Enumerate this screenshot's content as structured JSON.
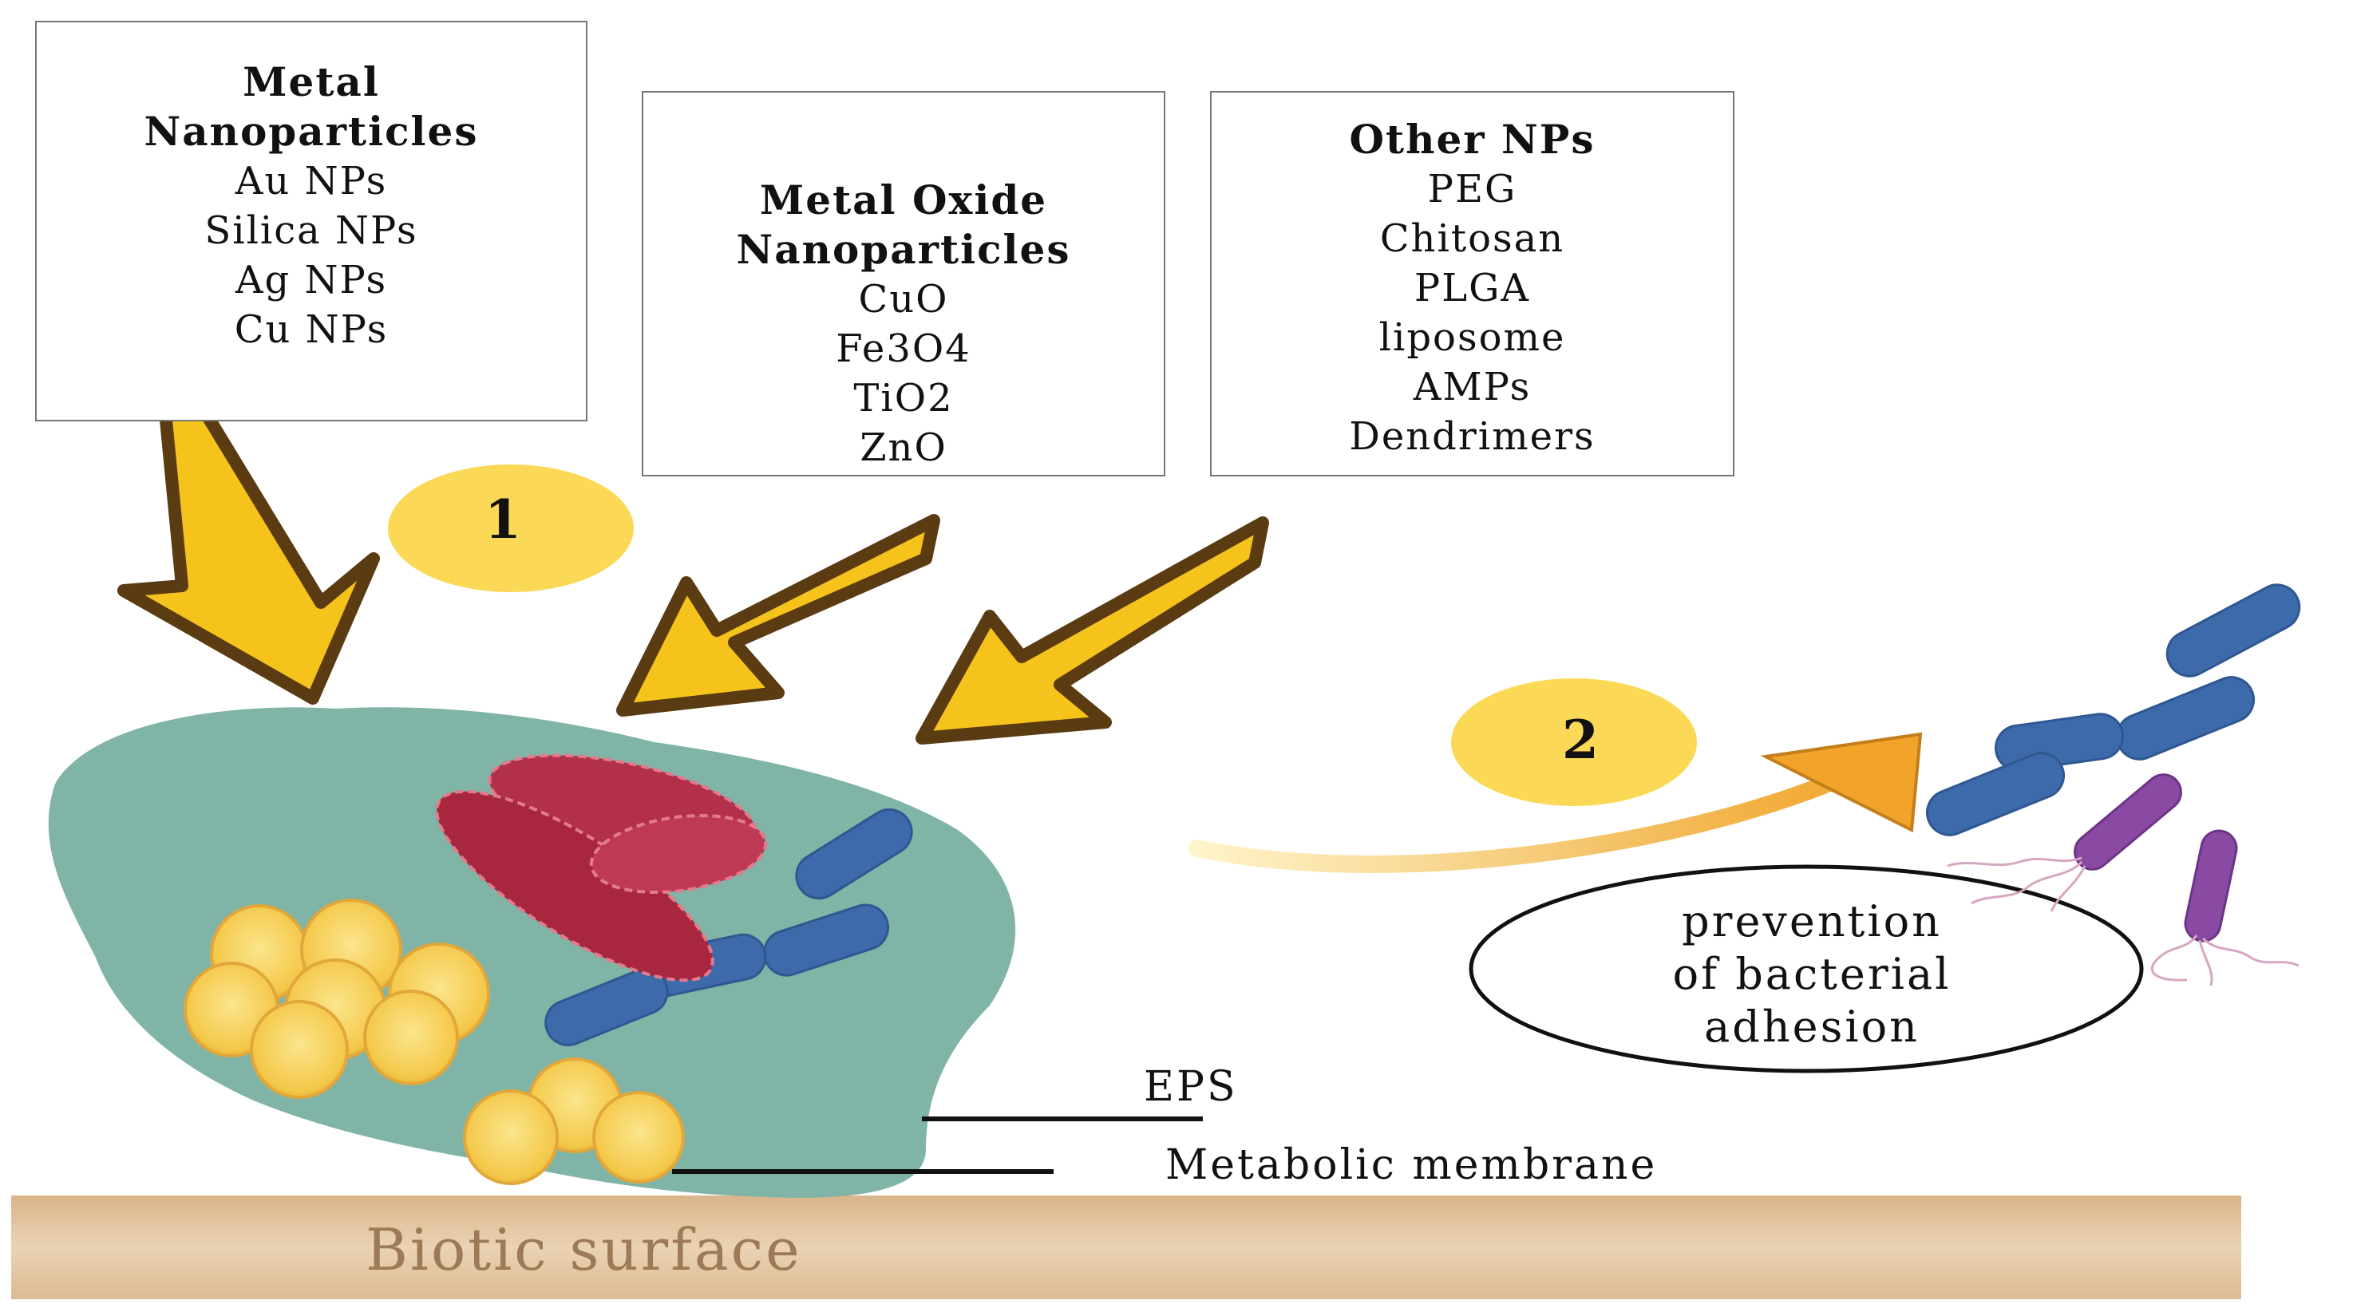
{
  "boxes": {
    "metal": {
      "title": [
        "Metal",
        "Nanoparticles"
      ],
      "items": [
        "Au NPs",
        "Silica NPs",
        "Ag NPs",
        "Cu NPs"
      ]
    },
    "oxide": {
      "title": [
        "Metal Oxide",
        "Nanoparticles"
      ],
      "items": [
        "CuO",
        "Fe3O4",
        "TiO2",
        "ZnO"
      ]
    },
    "other": {
      "title": [
        "Other NPs"
      ],
      "items": [
        "PEG",
        "Chitosan",
        "PLGA",
        "liposome",
        "AMPs",
        "Dendrimers"
      ]
    }
  },
  "badges": {
    "one": "1",
    "two": "2"
  },
  "labels": {
    "eps": "EPS",
    "membrane": "Metabolic membrane",
    "prevention": [
      "prevention",
      "of bacterial",
      "adhesion"
    ],
    "surface": "Biotic surface"
  },
  "colors": {
    "arrow_fill": "#f6c21c",
    "arrow_outline": "#5a3b12",
    "badge": "#fbd856",
    "biofilm": "#7fb4a7",
    "red_bacteria": "#b3304a",
    "blue_bacteria": "#3d6aaa",
    "yellow_cocci": "#f4c84a",
    "purple_bacteria": "#8a4aa4",
    "surface": "#e2c49e",
    "surface_text": "#9b7a55"
  }
}
